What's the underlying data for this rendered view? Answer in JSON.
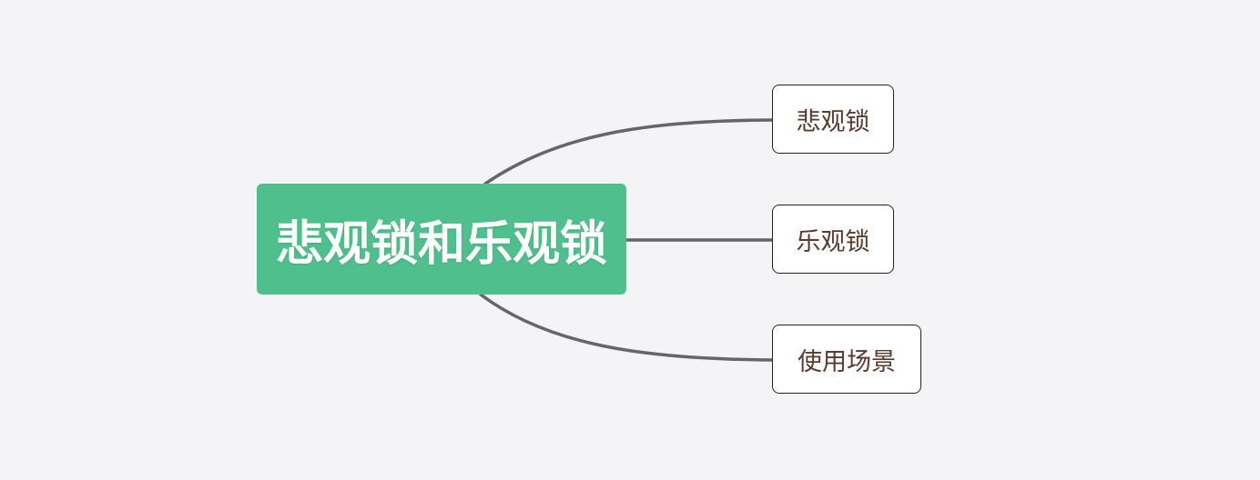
{
  "mindmap": {
    "central_topic": "悲观锁和乐观锁",
    "branches": [
      {
        "label": "悲观锁"
      },
      {
        "label": "乐观锁"
      },
      {
        "label": "使用场景"
      }
    ]
  },
  "colors": {
    "background": "#f4f3f5",
    "central_fill": "#4fc08d",
    "central_text": "#ffffff",
    "branch_fill": "#ffffff",
    "branch_border": "#222222",
    "branch_text": "#5a3a2e",
    "connector": "#666666"
  }
}
